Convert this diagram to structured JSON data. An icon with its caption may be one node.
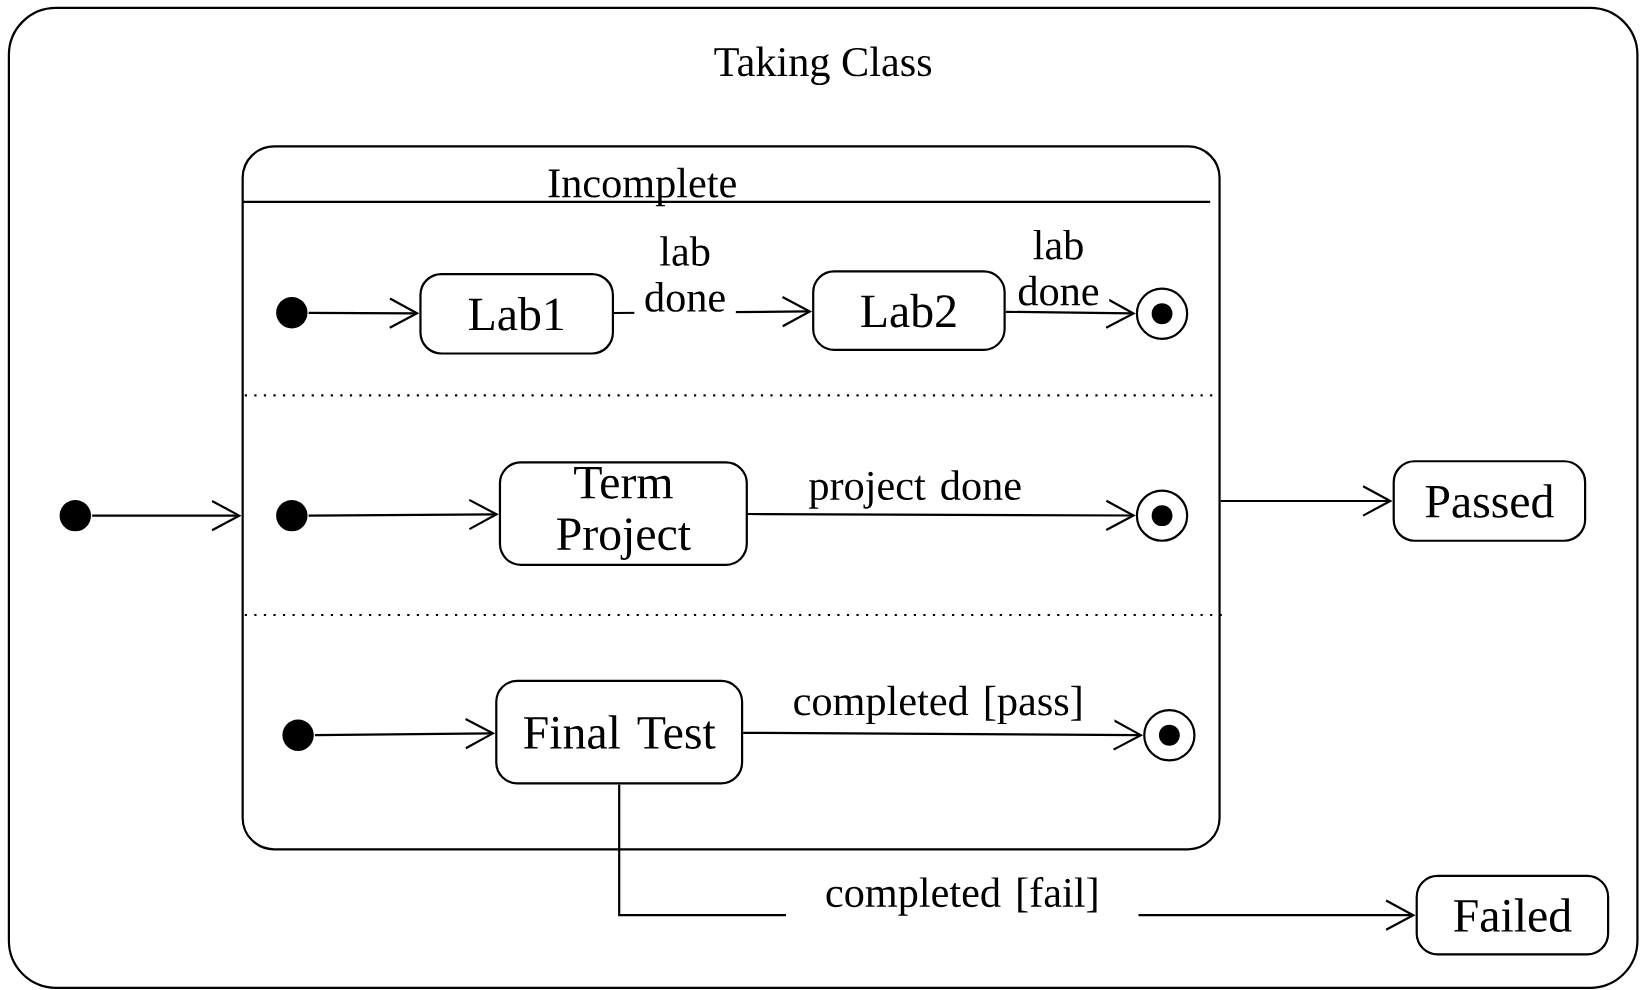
{
  "diagram": {
    "nodes": [
      {
        "text": [
          "Taking Class"
        ]
      },
      {
        "text": [
          "Incomplete"
        ],
        "in": 0
      },
      {
        "text": [],
        "shape": "dot",
        "in": 0
      },
      {
        "text": [],
        "shape": "dot",
        "in": 1
      },
      {
        "text": [
          "Lab1"
        ],
        "in": 1
      },
      {
        "text": [
          "Lab2"
        ],
        "in": 1
      },
      {
        "text": [],
        "shape": "bullseye",
        "in": 1
      },
      {
        "text": [],
        "shape": "dot",
        "in": 1
      },
      {
        "text": [
          "Term Project"
        ],
        "in": 1
      },
      {
        "text": [],
        "shape": "bullseye",
        "in": 1
      },
      {
        "text": [],
        "shape": "dot",
        "in": 1
      },
      {
        "text": [
          "Final Test"
        ],
        "in": 1
      },
      {
        "text": [],
        "shape": "bullseye",
        "in": 1
      },
      {
        "text": [
          "Passed"
        ],
        "in": 0
      },
      {
        "text": [
          "Failed"
        ],
        "in": 0
      }
    ],
    "edges": [
      {
        "from": 2,
        "to": 1,
        "arrow": "to"
      },
      {
        "from": 3,
        "to": 4,
        "arrow": "to"
      },
      {
        "from": 4,
        "to": 5,
        "arrow": "to",
        "label": "lab done"
      },
      {
        "from": 5,
        "to": 6,
        "arrow": "to",
        "label": "lab done"
      },
      {
        "from": 7,
        "to": 8,
        "arrow": "to"
      },
      {
        "from": 8,
        "to": 9,
        "arrow": "to",
        "label": "project done"
      },
      {
        "from": 10,
        "to": 11,
        "arrow": "to"
      },
      {
        "from": 11,
        "to": 12,
        "arrow": "to",
        "label": "completed [pass]"
      },
      {
        "from": 1,
        "to": 13,
        "arrow": "to"
      },
      {
        "from": 11,
        "to": 14,
        "arrow": "to",
        "label": "completed [fail]"
      }
    ]
  }
}
